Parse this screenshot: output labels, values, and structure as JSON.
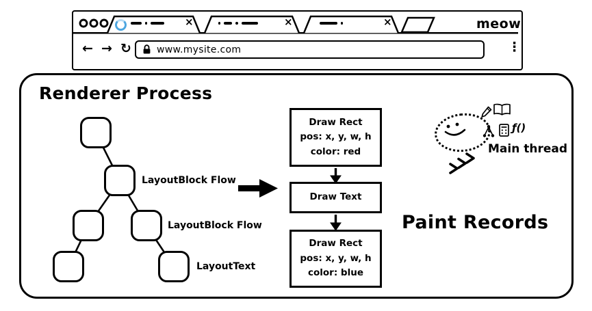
{
  "browser": {
    "brand": "meow",
    "url": "www.mysite.com",
    "nav": {
      "back": "←",
      "forward": "→",
      "reload": "↻",
      "menu": "⋮"
    },
    "tabs": {
      "close": "×"
    }
  },
  "renderer": {
    "title": "Renderer Process",
    "layout_tree": {
      "labels": [
        "LayoutBlock Flow",
        "LayoutBlock Flow",
        "LayoutText"
      ]
    },
    "paint_records": {
      "heading": "Paint Records",
      "boxes": [
        {
          "lines": [
            "Draw Rect",
            "pos: x, y, w, h",
            "color: red"
          ]
        },
        {
          "lines": [
            "Draw Text"
          ]
        },
        {
          "lines": [
            "Draw Rect",
            "pos: x, y, w, h",
            "color: blue"
          ]
        }
      ]
    },
    "main_thread": {
      "label": "Main thread",
      "fn_glyph": "ƒ()"
    }
  },
  "colors": {
    "ink": "#000000",
    "spinner_blue": "#4DA6E0",
    "background": "#ffffff"
  }
}
